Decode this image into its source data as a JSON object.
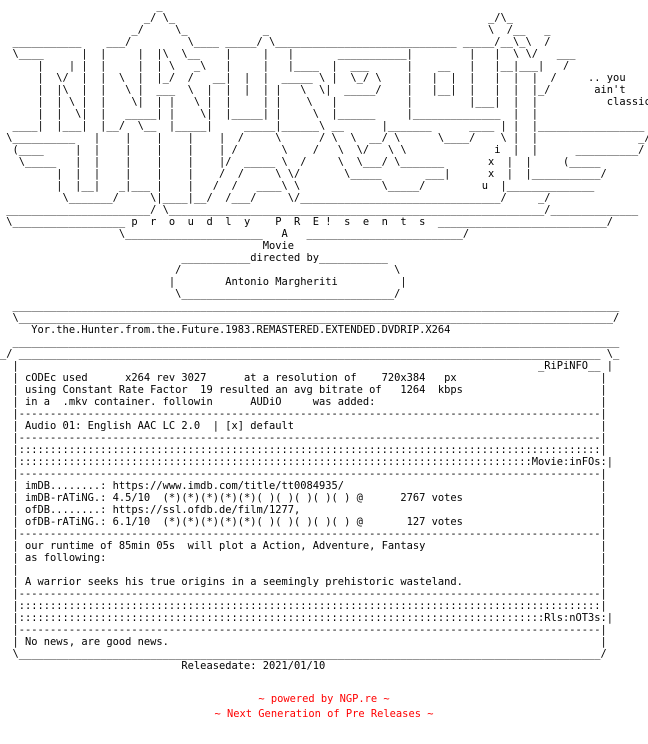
{
  "nfo": {
    "art": "                         _\n                       _/ \\_                                                  _/\\_\n                     _/     \\_            _                                   \\  /__   _\n  ___________    ___/         \\____ _____/ \\_____________________________ _____/__\\_\\  /\n  \\____      |  |     |  |\\  \\__    |     |   |       ___________|         |   |  \\ \\/   ___\n      |    | |  |     |  | \\   _\\   |     |   |____  |  ___      |    __   |   |__|___|   /\n      |  \\/  |  |  \\  |  |_/  /   __|  |  |  _____ \\ |  \\_/ \\    |   |  |  |   |  |  |  /     .. you\n      |  |\\  |  |   \\ |  ___  \\  |  |  |  | |   \\  \\|  _____/    |   |__|  |   |  |  |_/       ain't\n      |  | \\ |  |    \\|  | |   \\ |  |     | |    \\   |           |         |___|  |  |           classic!\n      |  |  \\|  |   _____| |    \\|  |_____| |     \\  |______     |______________  |  |\n  ____|  |___|  |__/  \\__  |_____|     _____|______\\ __      |_______      ____ | |  |_________________\n \\__________   |    |    |    |    |  /     \\      / \\  \\  __/ \\      \\____/    \\ |  |                _/\n  (____     |  |    |    |    |    | /       \\    /   \\  \\/   \\ \\              i  |  |      __________/\n   \\_____   |  |    |    |    |    |/  _____ \\  /     \\  \\___/ \\_______       x  |  |     (_____\n         |  |  |    |    |    |    /  /     \\ \\/       \\_____       ___|      x  |  |___________/\n         |  |__|   _|___ |    |   /  /   ____\\ \\             \\_____/         u  |______________\n          \\_______/     \\|____|__/  /___/     \\/________________________________/     _/\n _______________________/ \\____________________________________________________________/______________\n \\__________________ p  r  o  u  d  l  y    P  R  E !  s  e  n  t  s  ___________________________/\n                   \\______________________   A   _________________________/\n                                          Movie\n                             ___________directed by___________\n                            /                                  \\\n                           |        Antonio Margheriti          |\n                            \\__________________________________/\n  _________________________________________________________________________________________________\n  \\_______________________________________________________________________________________________/\n     Yor.the.Hunter.from.the.Future.1983.REMASTERED.EXTENDED.DVDRIP.X264\n  _________________________________________________________________________________________________\n_/ _____________________________________________________________________________________________ \\_\n  |                                                                                   _RiPiNFO__ |\n  | cODEc used      x264 rev 3027      at a resolution of    720x384   px                       |\n  | using Constant Rate Factor  19 resulted an avg bitrate of   1264  kbps                      |\n  | in a  .mkv container. followin      AUDiO     was added:                                    |\n  |---------------------------------------------------------------------------------------------|\n  | Audio 01: English AAC LC 2.0  | [x] default                                                 |\n  |---------------------------------------------------------------------------------------------|\n  |:::::::::::::::::::::::::::::::::::::::::::::::::::::::::::::::::::::::::::::::::::::::::::::|\n  |::::::::::::::::::::::::::::::::::::::::::::::::::::::::::::::::::::::::::::::::::Movie:inFOs:|\n  |---------------------------------------------------------------------------------------------|\n  | imDB........: https://www.imdb.com/title/tt0084935/                                         |\n  | imDB-rATiNG.: 4.5/10  (*)(*)(*)(*)(*)( )( )( )( )( ) @      2767 votes                      |\n  | ofDB........: https://ssl.ofdb.de/film/1277,                                                |\n  | ofDB-rATiNG.: 6.1/10  (*)(*)(*)(*)(*)( )( )( )( )( ) @       127 votes                      |\n  |---------------------------------------------------------------------------------------------|\n  | our runtime of 85min 05s  will plot a Action, Adventure, Fantasy                            |\n  | as following:                                                                               |\n  |                                                                                             |\n  | A warrior seeks his true origins in a seemingly prehistoric wasteland.                      |\n  |---------------------------------------------------------------------------------------------|\n  |:::::::::::::::::::::::::::::::::::::::::::::::::::::::::::::::::::::::::::::::::::::::::::::|\n  |::::::::::::::::::::::::::::::::::::::::::::::::::::::::::::::::::::::::::::::::::::Rls:nOT3s:|\n  |---------------------------------------------------------------------------------------------|\n  | No news, are good news.                                                                     |\n  \\_____________________________________________________________________________________________/\n                             Releasedate: 2021/01/10",
    "footer_line_1": "~ powered by NGP.re ~",
    "footer_line_2": "~ Next Generation of Pre Releases ~",
    "colors": {
      "text": "#000000",
      "footer": "#ff0000",
      "background": "#ffffff"
    }
  }
}
